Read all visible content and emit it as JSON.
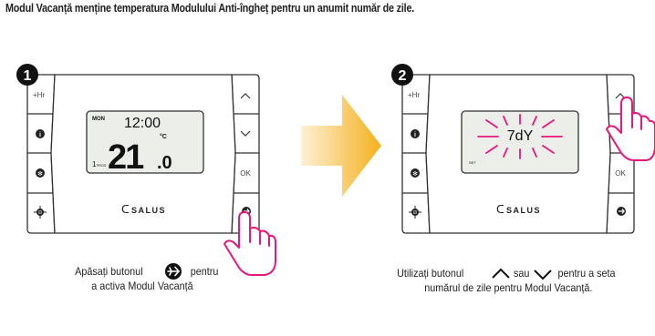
{
  "intro": "Modul Vacanță menține temperatura Modulului Anti-îngheț pentru un anumit număr de zile.",
  "step1": {
    "number": "1",
    "button_plus_hr": "+Hr",
    "button_ok": "OK",
    "lcd": {
      "day": "MON",
      "time": "12:00",
      "temp_main": "21",
      "temp_dec": ".0",
      "unit": "°C",
      "prog_num": "1",
      "prog_label": "PROG"
    },
    "brand": "SALUS",
    "caption_before": "Apăsați butonul",
    "caption_after": "pentru",
    "caption_line2": "a activa Modul Vacanță"
  },
  "step2": {
    "number": "2",
    "button_plus_hr": "+Hr",
    "button_ok": "OK",
    "lcd": {
      "display": "7dY",
      "set_label": "SET"
    },
    "brand": "SALUS",
    "caption_a": "Utilizați butonul",
    "caption_b": "sau",
    "caption_c": "pentru a seta",
    "caption_line2": "numărul de zile pentru Modul Vacanță."
  },
  "colors": {
    "highlight": "#e8177d",
    "arrow_start": "#fdeecb",
    "arrow_end": "#f5b21b",
    "lcd_bg": "#eceeea",
    "body_stroke": "#333333"
  }
}
